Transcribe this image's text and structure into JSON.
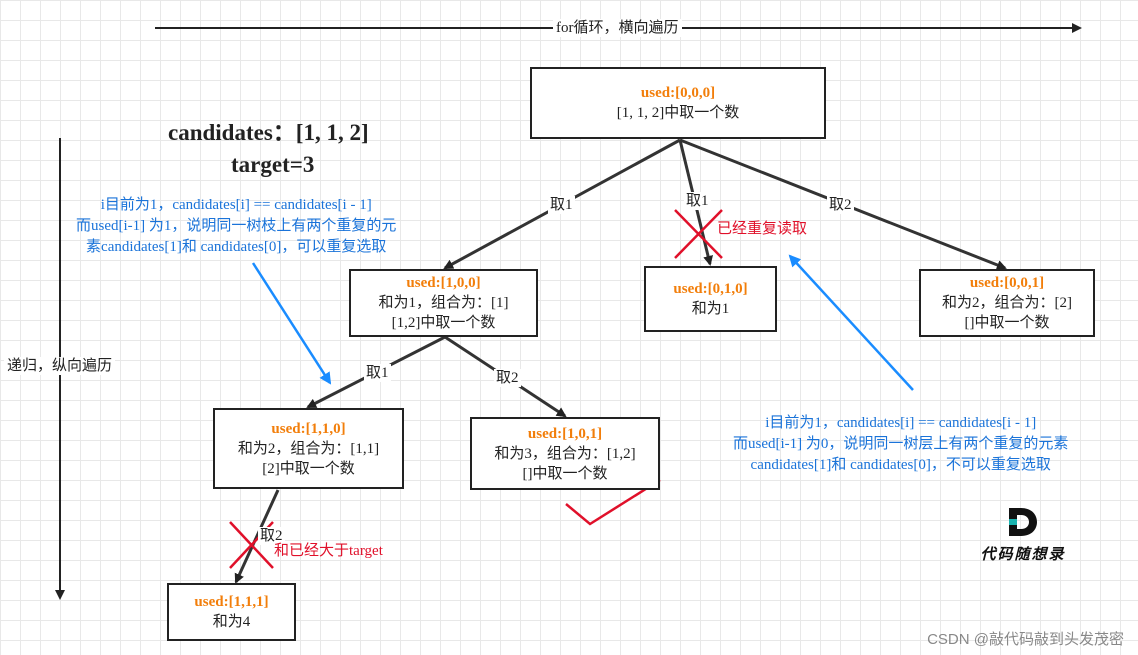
{
  "axes": {
    "horizontal_label": "for循环，横向遍历",
    "vertical_label": "递归，纵向遍历"
  },
  "problem": {
    "line1": "candidates：[1, 1, 2]",
    "line2": "target=3"
  },
  "nodes": {
    "root": {
      "used": "used:[0,0,0]",
      "line1": "[1, 1, 2]中取一个数"
    },
    "a": {
      "used": "used:[1,0,0]",
      "line1": "和为1，组合为：[1]",
      "line2": "[1,2]中取一个数"
    },
    "b": {
      "used": "used:[0,1,0]",
      "line1": "和为1"
    },
    "c": {
      "used": "used:[0,0,1]",
      "line1": "和为2，组合为：[2]",
      "line2": "[]中取一个数"
    },
    "aa": {
      "used": "used:[1,1,0]",
      "line1": "和为2，组合为：[1,1]",
      "line2": "[2]中取一个数"
    },
    "ab": {
      "used": "used:[1,0,1]",
      "line1": "和为3，组合为：[1,2]",
      "line2": "[]中取一个数"
    },
    "aaa": {
      "used": "used:[1,1,1]",
      "line1": "和为4"
    }
  },
  "edge_labels": {
    "root_a": "取1",
    "root_b": "取1",
    "root_c": "取2",
    "a_aa": "取1",
    "a_ab": "取2",
    "aa_aaa": "取2"
  },
  "notes": {
    "left_blue": [
      "i目前为1，candidates[i] == candidates[i - 1]",
      "而used[i-1] 为1，说明同一树枝上有两个重复的元",
      "素candidates[1]和 candidates[0]，可以重复选取"
    ],
    "right_blue": [
      "i目前为1，candidates[i] == candidates[i - 1]",
      "而used[i-1] 为0，说明同一树层上有两个重复的元素",
      "candidates[1]和 candidates[0]，不可以重复选取"
    ],
    "red_repeat": "已经重复读取",
    "red_over": "和已经大于target"
  },
  "logo": {
    "glyph": "D",
    "text": "代码随想录"
  },
  "watermark": "CSDN @敲代码敲到头发茂密",
  "colors": {
    "used": "#f27e0a",
    "note_blue": "#1a73d9",
    "cross_red": "#e0102a"
  }
}
